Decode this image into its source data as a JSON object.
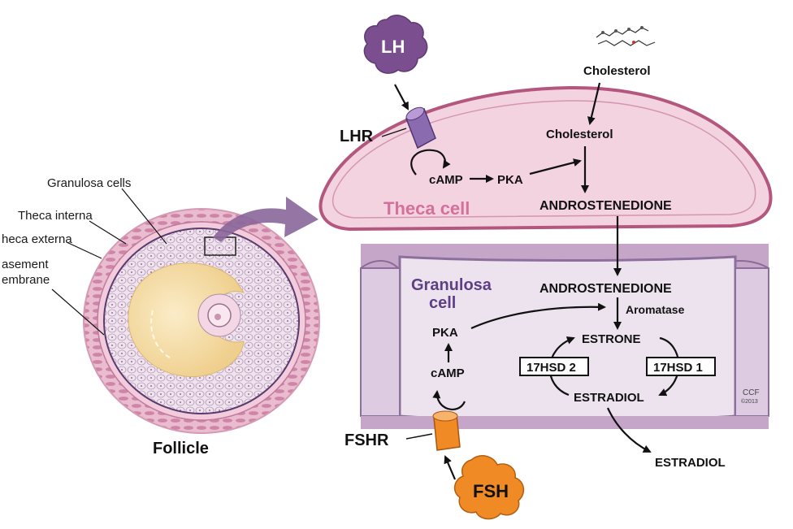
{
  "left_labels": {
    "granulosa_cells": "Granulosa cells",
    "theca_interna": "Theca interna",
    "theca_externa": "heca externa",
    "basement_line1": "asement",
    "basement_line2": "embrane",
    "follicle": "Follicle"
  },
  "theca": {
    "label": "Theca cell",
    "lh": "LH",
    "lhr": "LHR",
    "cholesterol_outside": "Cholesterol",
    "cholesterol_inside": "Cholesterol",
    "camp": "cAMP",
    "pka": "PKA",
    "androstenedione": "ANDROSTENEDIONE"
  },
  "granulosa": {
    "label_line1": "Granulosa",
    "label_line2": "cell",
    "androstenedione": "ANDROSTENEDIONE",
    "aromatase": "Aromatase",
    "estrone": "ESTRONE",
    "hsd2": "17HSD 2",
    "hsd1": "17HSD 1",
    "estradiol": "ESTRADIOL",
    "pka": "PKA",
    "camp": "cAMP",
    "fshr": "FSHR",
    "fsh": "FSH",
    "estradiol_out": "ESTRADIOL"
  },
  "credit": {
    "line1": "CCF",
    "line2": "©2013"
  },
  "colors": {
    "theca_fill": "#f3d3df",
    "theca_stroke": "#b4577f",
    "granulosa_fill": "#ece3ef",
    "granulosa_stroke": "#9a7fa8",
    "lh_purple": "#7b4f8f",
    "fsh_orange": "#f08a24",
    "follicle_pink": "#e4a9c2",
    "antrum_yellow": "#f3d89a"
  }
}
